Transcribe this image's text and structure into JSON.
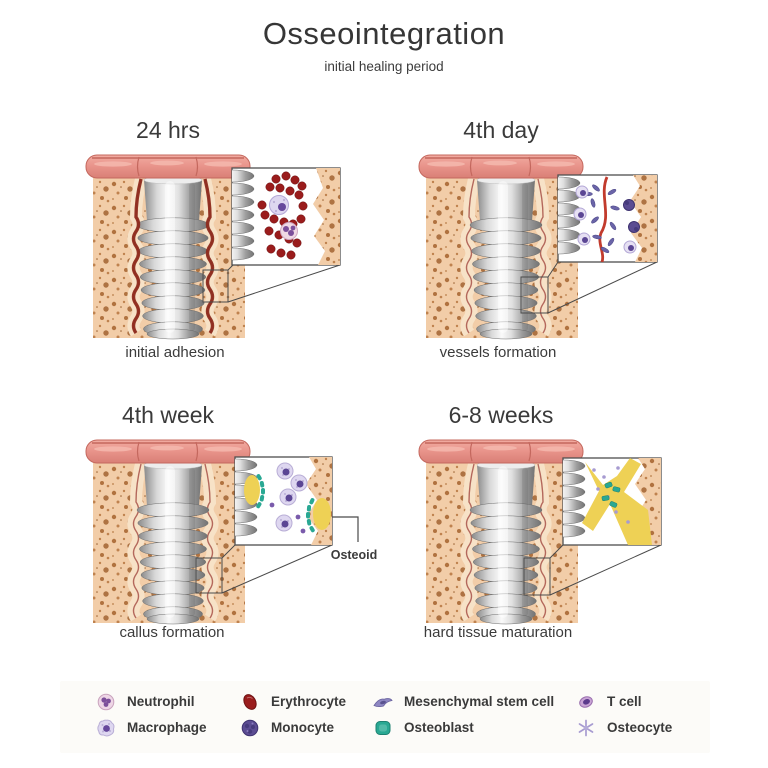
{
  "title": "Osseointegration",
  "subtitle": "initial healing period",
  "panels": [
    {
      "time_label": "24 hrs",
      "caption": "initial adhesion"
    },
    {
      "time_label": "4th day",
      "caption": "vessels formation"
    },
    {
      "time_label": "4th week",
      "caption": "callus formation",
      "annotation": "Osteoid"
    },
    {
      "time_label": "6-8 weeks",
      "caption": "hard tissue maturation"
    }
  ],
  "legend": {
    "items": [
      {
        "label": "Neutrophil"
      },
      {
        "label": "Macrophage"
      },
      {
        "label": "Erythrocyte"
      },
      {
        "label": "Monocyte"
      },
      {
        "label": "Mesenchymal stem cell"
      },
      {
        "label": "Osteoblast"
      },
      {
        "label": "T cell"
      },
      {
        "label": "Osteocyte"
      }
    ]
  },
  "colors": {
    "gum_pink": "#e8938a",
    "bone_tan": "#f2cda8",
    "bone_speckle": "#a5622d",
    "implant_metal": "#c9c9c9",
    "interface_red": "#8e2b1e",
    "erythrocyte_red": "#9a1c1c",
    "vessel_red": "#c23b2d",
    "osteoid_yellow": "#eed155",
    "osteoblast_teal": "#29a893",
    "cell_purple": "#66489c",
    "text": "#3a3a3a"
  }
}
